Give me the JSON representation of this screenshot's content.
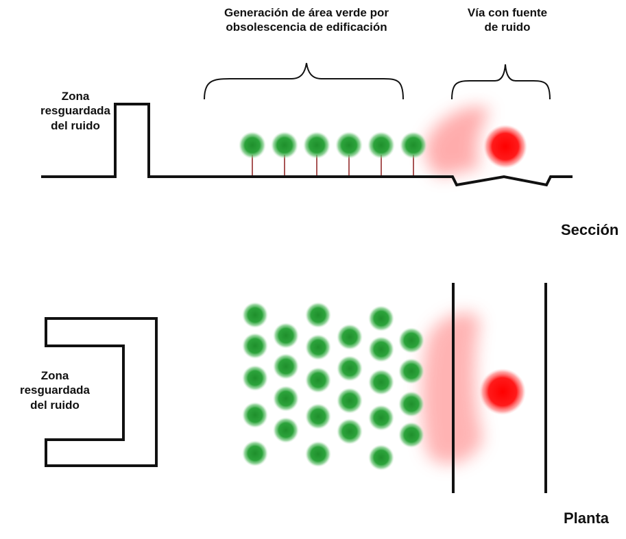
{
  "labels": {
    "green_area": [
      "Generación de área verde por",
      "obsolescencia de edificación"
    ],
    "noise_road": [
      "Vía con fuente",
      "de ruido"
    ],
    "sheltered_section": [
      "Zona",
      "resguardada",
      "del ruido"
    ],
    "sheltered_plan": [
      "Zona",
      "resguardada",
      "del ruido"
    ],
    "section_title": "Sección",
    "plan_title": "Planta"
  },
  "colors": {
    "line": "#111111",
    "tree": "#2a9a3a",
    "trunk": "#8a1a1a",
    "noise_source": "#ff1a1a",
    "noise_haze": "#ff6b6b"
  },
  "elements": {
    "section_tree_count": 6,
    "plan_tree_count": 28
  }
}
